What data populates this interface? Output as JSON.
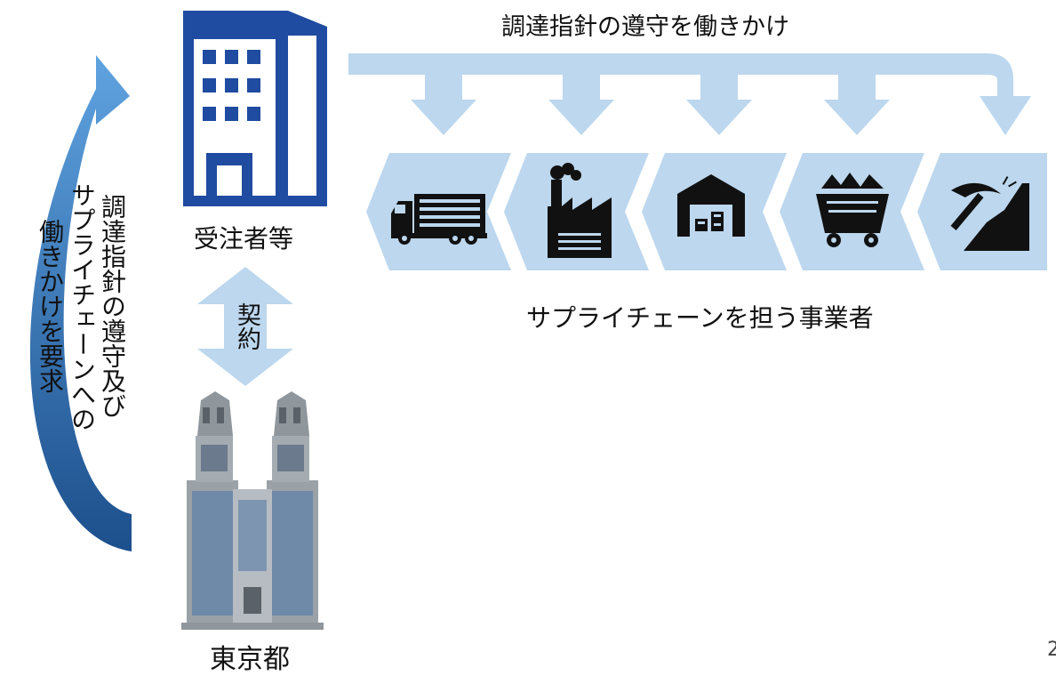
{
  "top_label": "調達指針の遵守を働きかけ",
  "contractor_label": "受注者等",
  "contract_label": "契約",
  "tokyo_label": "東京都",
  "side_text_line1": "調達指針の遵守及び",
  "side_text_line2": "サプライチェーンへの",
  "side_text_line3": "働きかけを要求",
  "supply_chain_label": "サプライチェーンを担う事業者",
  "page_number": "2",
  "chain_icons": [
    "truck-icon",
    "factory-icon",
    "warehouse-icon",
    "mine-cart-icon",
    "pickaxe-icon"
  ],
  "colors": {
    "light_blue": "#bcd7ee",
    "building_blue": "#1f4ba0",
    "curved_arrow_blue": "#3f82c6",
    "tokyo_gray": "#8f969c"
  }
}
